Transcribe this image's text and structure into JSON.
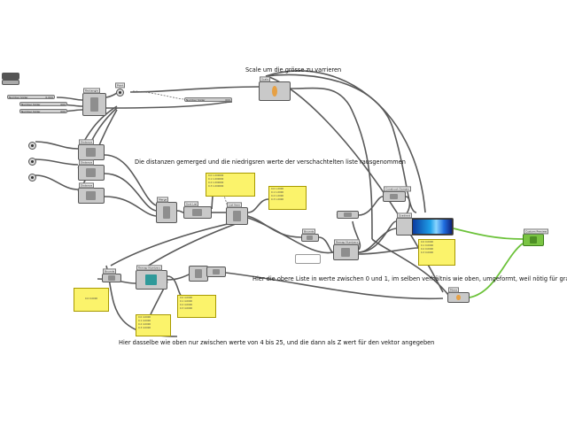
{
  "notes": {
    "scale_note": "Scale um die grösse zu varrieren",
    "distance_note": "Die distanzen gemerged und die niedrigsren werte der verschachtelten liste rausgenommen",
    "remap_note": "Hier die obere Liste in werte zwischen 0 und 1, im selben verhältnis wie oben, umgeformt, weil nötig für gradient",
    "z_note": "Hier dasselbe wie oben nur zwischen werte von 4 bis 25, und die dann als Z wert für den vektor angegeben"
  },
  "sliders": {
    "s1": {
      "label": "Number Slider",
      "value": "0.000"
    },
    "s2": {
      "label": "Number Slider",
      "value": "000"
    },
    "s3": {
      "label": "Number Slider",
      "value": "000"
    },
    "s4": {
      "label": "Number Slider",
      "value": "000"
    }
  },
  "components": {
    "rectangle": "Rectangle",
    "scale": "Scale",
    "point": "Point",
    "distance1": "Distance",
    "distance2": "Distance",
    "distance3": "Distance",
    "merge": "Merge",
    "sort": "Sort List",
    "list_item": "List Item",
    "bounds1": "Bounds",
    "remap1": "Remap Numbers",
    "gradient": "Gradient",
    "custom_preview": "Custom Preview",
    "construct_domain": "Construct Domain",
    "bounds2": "Bounds",
    "remap2": "Remap Numbers",
    "move": "Move"
  },
  "panels": {
    "p1_rows": [
      "0.0 1.000000",
      "0.1 1.000000",
      "0.2 1.000000",
      "0.3 1.000000"
    ],
    "p2_rows": [
      "0.0 1.0000",
      "0.1 1.0000",
      "0.2 1.0000",
      "0.3 1.0000"
    ],
    "p3_rows": [
      "0.0 0.0000",
      "0.1 0.0000",
      "0.2 0.0000",
      "0.3 0.0000"
    ],
    "p4_rows": [
      "0.0 4.0000",
      "0.1 4.0000",
      "0.2 4.0000",
      "0.3 4.0000"
    ],
    "p5_rows": [
      "0.0 4.0000",
      "0.1 4.0000",
      "0.2 4.0000",
      "0.3 4.0000"
    ],
    "p6_rows": [
      "0.0 0.0000"
    ]
  }
}
